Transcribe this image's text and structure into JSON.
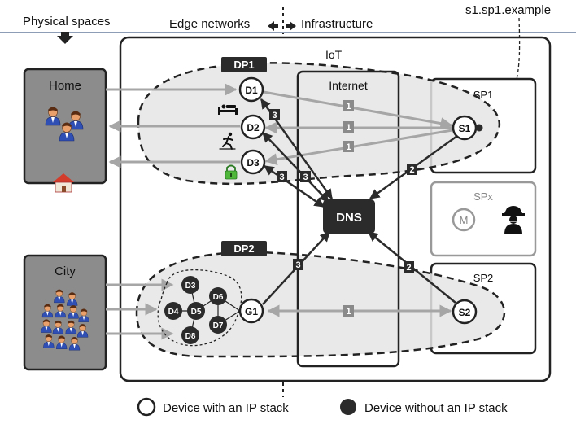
{
  "header": {
    "physical_spaces": "Physical spaces",
    "edge_networks": "Edge networks",
    "infrastructure": "Infrastructure",
    "s1_domain": "s1.sp1.example"
  },
  "regions": {
    "iot": "IoT",
    "internet": "Internet",
    "home": "Home",
    "city": "City",
    "sp1": "SP1",
    "sp2": "SP2",
    "spx": "SPx"
  },
  "domains": {
    "dp1": "DP1",
    "dp2": "DP2"
  },
  "nodes": {
    "d1": "D1",
    "d2": "D2",
    "d3": "D3",
    "s1": "S1",
    "s2": "S2",
    "g1": "G1",
    "dns": "DNS",
    "m": "M",
    "c_d3": "D3",
    "c_d4": "D4",
    "c_d5": "D5",
    "c_d6": "D6",
    "c_d7": "D7",
    "c_d8": "D8"
  },
  "flow_labels": {
    "one": "1",
    "two": "2",
    "three": "3"
  },
  "legend": {
    "with_ip": "Device with an IP stack",
    "without_ip": "Device without an IP stack"
  },
  "icons": [
    "house-icon",
    "bed-icon",
    "runner-icon",
    "padlock-icon",
    "spy-icon",
    "people-icon"
  ],
  "colors": {
    "panel_gray": "#8c8c8c",
    "domain_fill": "#e5e5e5",
    "dark": "#2b2b2b",
    "gray_arrow": "#a6a6a6",
    "flow_badge_gray": "#8a8a8a"
  }
}
